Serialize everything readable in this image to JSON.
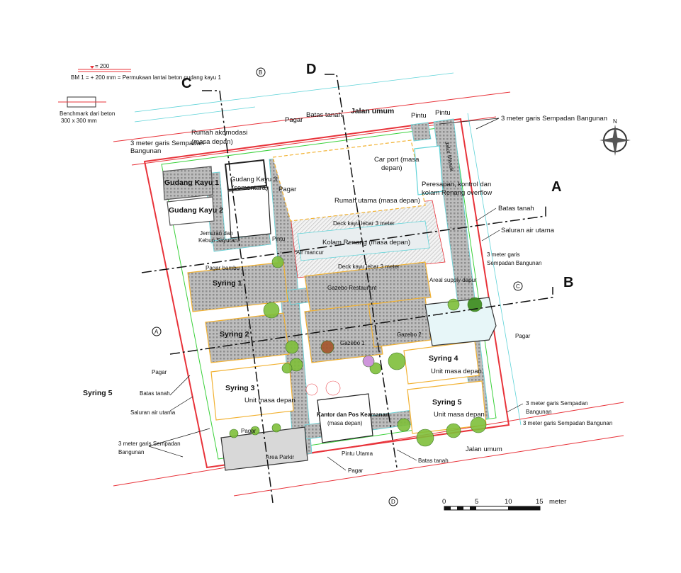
{
  "benchmark": {
    "level": "= 200",
    "note": "BM 1 = + 200 mm = Permukaan lantai beton gudang kayu 1",
    "title": "Benchmark dari beton",
    "size": "300 x 300 mm"
  },
  "sections": {
    "a": "A",
    "b": "B",
    "c": "C",
    "d": "D"
  },
  "labels": {
    "jalan_umum_top": "Jalan umum",
    "pintu_1": "Pintu",
    "pintu_2": "Pintu",
    "pagar_top": "Pagar",
    "batas_tanah_top": "Batas tanah",
    "sempadan_top_right": "3 meter garis Sempadan Bangunan",
    "rumah_akomodasi": "Rumah akomodasi",
    "rumah_akomodasi_sub": "(masa depan)",
    "sempadan_top_left_1": "3 meter garis Sempadan",
    "sempadan_top_left_2": "Bangunan",
    "car_port_1": "Car port  (masa",
    "car_port_2": "depan)",
    "gudang_kayu_1": "Gudang Kayu 1",
    "gudang_kayu_2": "Gudang Kayu 2",
    "gudang_kayu_3": "Gudang Kayu 3",
    "gudang_kayu_3_sub": "(sementara)",
    "pagar_gudang": "Pagar",
    "rumah_utama": "Rumah utama (masa depan)",
    "peresapan_1": "Peresapan, kontrol dan",
    "peresapan_2": "kolam Renang overflow",
    "jalur_masuk": "Jalur Masuk",
    "batas_tanah_right": "Batas tanah",
    "saluran_right": "Saluran air utama",
    "jemuran_1": "Jemuran dan",
    "jemuran_2": "Kebun Sayuran",
    "deck_1": "Deck kayu lebar 3 meter",
    "kolam_renang": "Kolam Renang (masa depan)",
    "deck_2": "Deck kayu lebar 3 meter",
    "pintu_mid": "Pintu",
    "air_mancur": "Air mancur",
    "sempadan_right_1": "3 meter garis",
    "sempadan_right_2": "Sempadan Bangunan",
    "pagar_bambu": "Pagar bambu",
    "syring_1": "Syring 1",
    "gazebo_restaurant": "Gazebo Restaurant",
    "areal_supply": "Areal supply dapur",
    "syring_2": "Syring 2",
    "gazebo_1": "Gazebo 1",
    "gazebo_2": "Gazebo 2",
    "pagar_right": "Pagar",
    "pagar_left": "Pagar",
    "syring_4": "Syring 4",
    "unit_4": "Unit masa depan",
    "syring_5_outside": "Syring 5",
    "batas_tanah_left": "Batas tanah",
    "syring_3": "Syring 3",
    "unit_3": "Unit masa depan",
    "saluran_left": "Saluran air utama",
    "kantor_1": "Kantor dan Pos Keamanan",
    "kantor_2": "(masa depan)",
    "syring_5": "Syring 5",
    "unit_5": "Unit masa depan",
    "sempadan_br_1": "3 meter garis Sempadan",
    "sempadan_br_2": "Bangunan",
    "sempadan_br_3": "3 meter garis Sempadan Bangunan",
    "sempadan_bl_1": "3 meter garis Sempadan",
    "sempadan_bl_2": "Bangunan",
    "pagar_parkir": "Pagar",
    "area_parkir": "Area Parkir",
    "pintu_utama": "Pintu Utama",
    "batas_tanah_bottom": "Batas tanah",
    "jalan_umum_bottom": "Jalan umum",
    "pagar_bottom": "Pagar"
  },
  "scale_bar": {
    "ticks": [
      "0",
      "5",
      "10",
      "15"
    ],
    "unit": "meter"
  },
  "compass": {
    "north": "N"
  },
  "colors": {
    "boundary": "#e8333a",
    "setback": "#3bd13b",
    "grid": "#5fd3d8",
    "roof": "#f2b233",
    "paving": "#9a9a9a",
    "vegetation": "#5aa02c"
  }
}
